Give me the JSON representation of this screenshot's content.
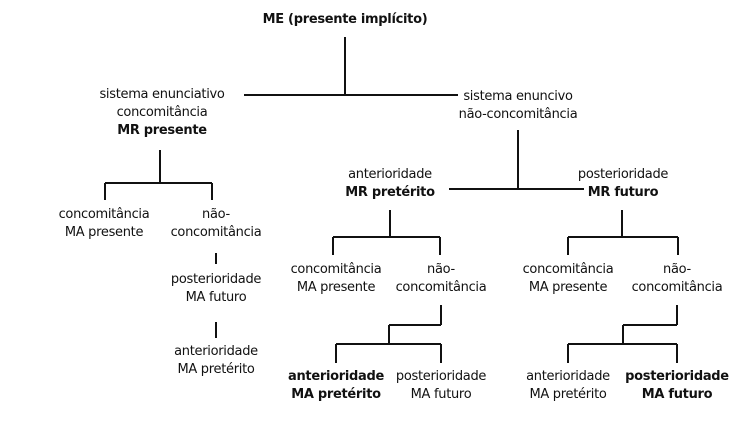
{
  "diagram": {
    "root": "ME (presente implícito)",
    "left": {
      "lines": [
        "sistema enunciativo",
        "concomitância",
        "MR presente"
      ],
      "conc": [
        "concomitância",
        "MA presente"
      ],
      "nao": [
        "não-",
        "concomitância"
      ],
      "post": [
        "posterioridade",
        "MA futuro"
      ],
      "ant": [
        "anterioridade",
        "MA pretérito"
      ]
    },
    "right": {
      "lines": [
        "sistema enuncivo",
        "não-concomitância"
      ],
      "ant_branch": {
        "lines": [
          "anterioridade",
          "MR pretérito"
        ],
        "conc": [
          "concomitância",
          "MA presente"
        ],
        "nao": [
          "não-",
          "concomitância"
        ],
        "ant": [
          "anterioridade",
          "MA pretérito"
        ],
        "post": [
          "posterioridade",
          "MA futuro"
        ]
      },
      "post_branch": {
        "lines": [
          "posterioridade",
          "MR futuro"
        ],
        "conc": [
          "concomitância",
          "MA presente"
        ],
        "nao": [
          "não-",
          "concomitância"
        ],
        "ant": [
          "anterioridade",
          "MA pretérito"
        ],
        "post": [
          "posterioridade",
          "MA futuro"
        ]
      }
    }
  }
}
